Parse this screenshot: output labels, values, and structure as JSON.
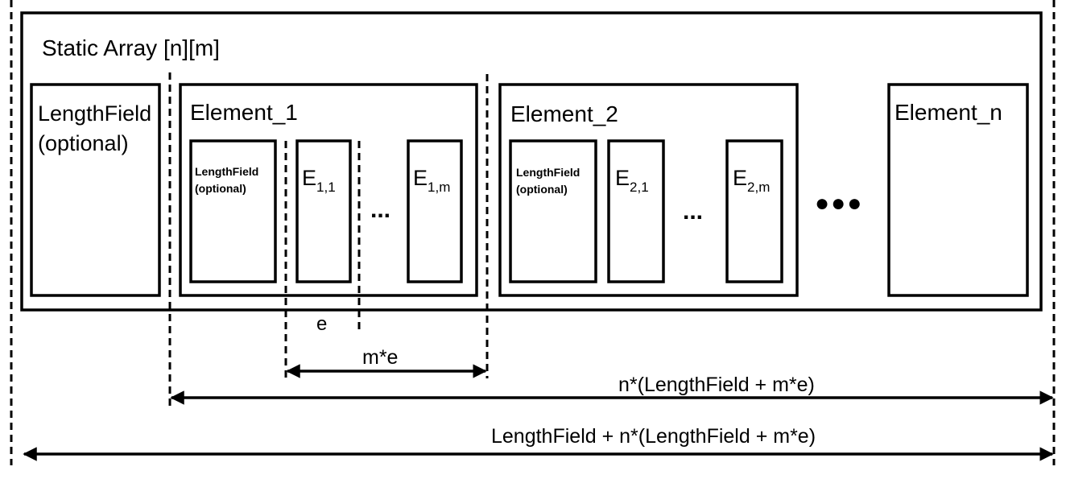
{
  "title": "Static Array [n][m]",
  "length_field": "LengthField",
  "optional": "(optional)",
  "element_1": "Element_1",
  "element_2": "Element_2",
  "element_n": "Element_n",
  "sub_e11": {
    "base": "E",
    "sub": "1,1"
  },
  "sub_e1m": {
    "base": "E",
    "sub": "1,m"
  },
  "sub_e21": {
    "base": "E",
    "sub": "2,1"
  },
  "sub_e2m": {
    "base": "E",
    "sub": "2,m"
  },
  "ellipsis": "...",
  "big_ellipsis": "●●●",
  "dim_e": "e",
  "dim_me": "m*e",
  "dim_n": "n*(LengthField + m*e)",
  "dim_total": "LengthField + n*(LengthField + m*e)"
}
